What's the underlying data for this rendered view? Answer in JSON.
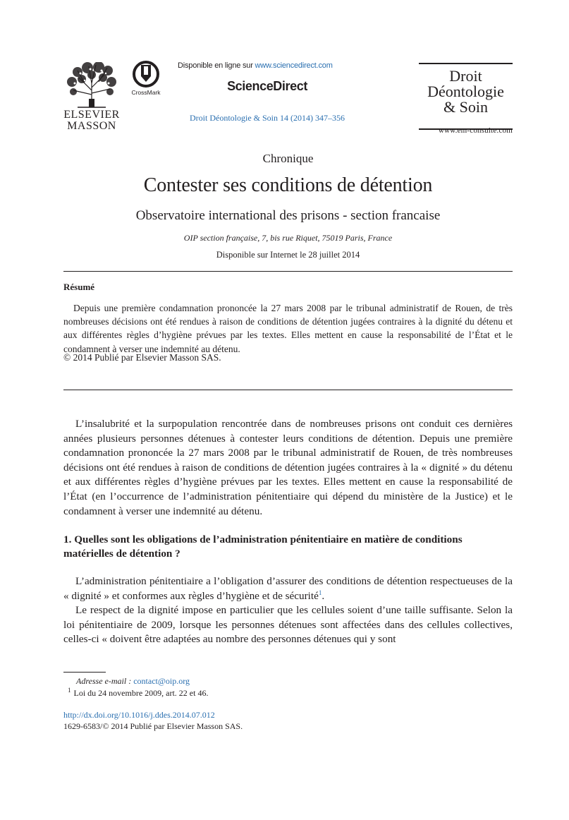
{
  "header": {
    "publisher_line1": "ELSEVIER",
    "publisher_line2": "MASSON",
    "crossmark_label": "CrossMark",
    "availability_prefix": "Disponible en ligne sur ",
    "availability_link": "www.sciencedirect.com",
    "brand": "ScienceDirect",
    "journal_reference": "Droit Déontologie & Soin 14 (2014) 347–356",
    "journal_box_line1": "Droit",
    "journal_box_line2": "Déontologie",
    "journal_box_line3": "& Soin",
    "journal_website": "www.em-consulte.com"
  },
  "article": {
    "section": "Chronique",
    "title": "Contester ses conditions de détention",
    "author": "Observatoire international des prisons - section francaise",
    "affiliation": "OIP section française, 7, bis rue Riquet, 75019 Paris, France",
    "available_date": "Disponible sur Internet le 28 juillet 2014"
  },
  "abstract": {
    "heading": "Résumé",
    "text": "Depuis une première condamnation prononcée la 27 mars 2008 par le tribunal administratif de Rouen, de très nombreuses décisions ont été rendues à raison de conditions de détention jugées contraires à la dignité du détenu et aux différentes règles d’hygiène prévues par les textes. Elles mettent en cause la responsabilité de l’État et le condamnent à verser une indemnité au détenu.",
    "copyright": "© 2014 Publié par Elsevier Masson SAS."
  },
  "body": {
    "paragraph1": "L’insalubrité et la surpopulation rencontrée dans de nombreuses prisons ont conduit ces dernières années plusieurs personnes détenues à contester leurs conditions de détention. Depuis une première condamnation prononcée la 27 mars 2008 par le tribunal administratif de Rouen, de très nombreuses décisions ont été rendues à raison de conditions de détention jugées contraires à la « dignité » du détenu et aux différentes règles d’hygiène prévues par les textes. Elles mettent en cause la responsabilité de l’État (en l’occurrence de l’administration pénitentiaire qui dépend du ministère de la Justice) et le condamnent à verser une indemnité au détenu.",
    "section1_heading": "1.  Quelles sont les obligations de l’administration pénitentiaire en matière de conditions matérielles de détention ?",
    "paragraph2": "L’administration pénitentiaire a l’obligation d’assurer des conditions de détention respectueuses de la « dignité » et conformes aux règles d’hygiène et de sécurité",
    "paragraph2_footnote_ref": "1",
    "paragraph2_end": ".",
    "paragraph3": "Le respect de la dignité impose en particulier que les cellules soient d’une taille suffisante. Selon la loi pénitentiaire de 2009, lorsque les personnes détenues sont affectées dans des cellules collectives, celles-ci « doivent être adaptées au nombre des personnes détenues qui y sont"
  },
  "footer": {
    "email_label": "Adresse e-mail : ",
    "email": "contact@oip.org",
    "footnote_number": "1",
    "footnote_text": "Loi du 24 novembre 2009, art. 22 et 46.",
    "doi": "http://dx.doi.org/10.1016/j.ddes.2014.07.012",
    "issn_line": "1629-6583/© 2014 Publié par Elsevier Masson SAS."
  },
  "colors": {
    "link": "#2a6fb0",
    "text": "#231f20"
  }
}
